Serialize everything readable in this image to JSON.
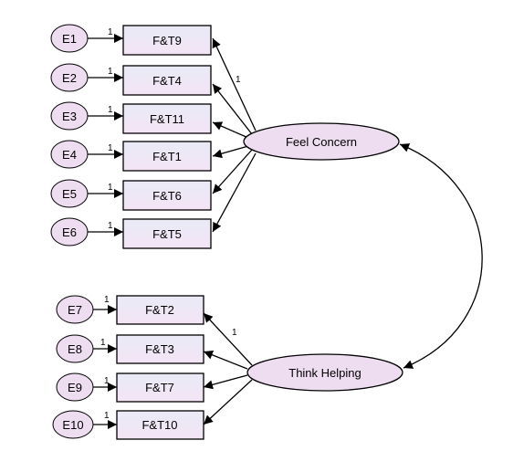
{
  "errors": [
    "E1",
    "E2",
    "E3",
    "E4",
    "E5",
    "E6",
    "E7",
    "E8",
    "E9",
    "E10"
  ],
  "observed": [
    "F&T9",
    "F&T4",
    "F&T11",
    "F&T1",
    "F&T6",
    "F&T5",
    "F&T2",
    "F&T3",
    "F&T7",
    "F&T10"
  ],
  "latents": [
    "Feel Concern",
    "Think Helping"
  ],
  "weight_label": "1",
  "colors": {
    "ellipse_fill": "#eedcf0",
    "box_fill_top": "#ececf6",
    "box_fill_bottom": "#f3e6f5",
    "stroke": "#000000"
  },
  "icons": [
    "arrowhead"
  ]
}
